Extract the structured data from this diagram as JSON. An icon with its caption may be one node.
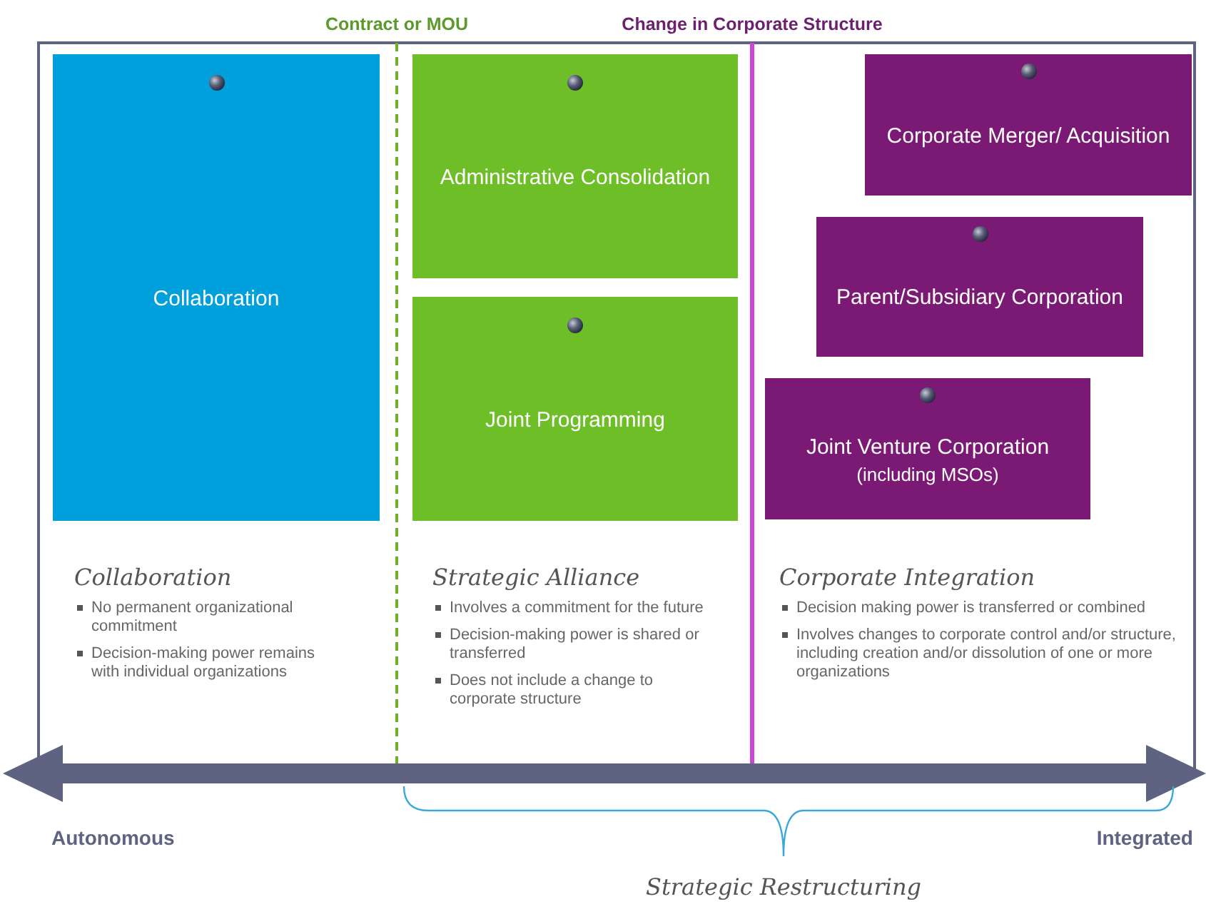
{
  "diagram": {
    "nodes": [
      {
        "text": [
          "Collaboration"
        ]
      },
      {
        "text": [
          "Administrative Consolidation"
        ]
      },
      {
        "text": [
          "Joint Programming"
        ]
      },
      {
        "text": [
          "Corporate Merger/ Acquisition"
        ]
      },
      {
        "text": [
          "Parent/Subsidiary Corporation"
        ]
      },
      {
        "text": [
          "Joint Venture Corporation",
          "(including MSOs)"
        ]
      }
    ],
    "labels": [
      "Contract or MOU",
      "Change in Corporate Structure",
      "Collaboration",
      "No permanent organizational commitment",
      "Decision-making power remains with individual organizations",
      "Strategic Alliance",
      "Involves a commitment for the future",
      "Decision-making power is shared or transferred",
      "Does not include a change to corporate structure",
      "Corporate Integration",
      "Decision making power is transferred or combined",
      "Involves changes to corporate control and/or structure, including creation and/or dissolution of one or more organizations",
      "Autonomous",
      "Integrated",
      "Strategic Restructuring"
    ]
  }
}
